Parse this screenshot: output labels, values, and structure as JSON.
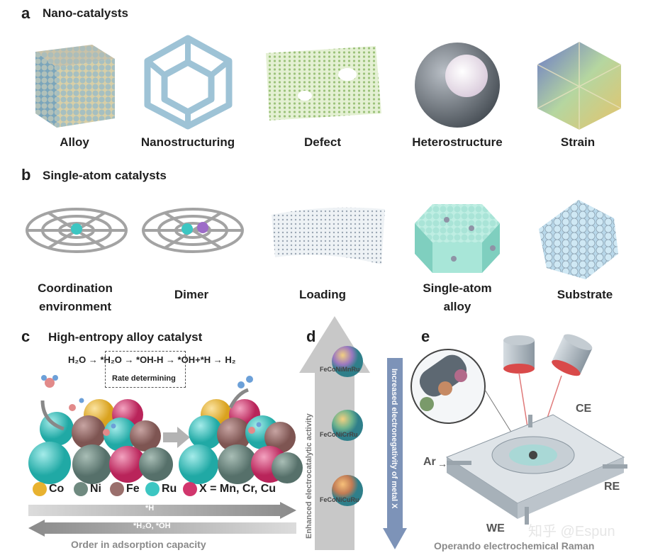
{
  "panel_a": {
    "letter": "a",
    "title": "Nano-catalysts",
    "items": [
      "Alloy",
      "Nanostructuring",
      "Defect",
      "Heterostructure",
      "Strain"
    ]
  },
  "panel_b": {
    "letter": "b",
    "title": "Single-atom catalysts",
    "items": [
      {
        "line1": "Coordination",
        "line2": "environment"
      },
      {
        "line1": "Dimer",
        "line2": ""
      },
      {
        "line1": "Loading",
        "line2": ""
      },
      {
        "line1": "Single-atom",
        "line2": "alloy"
      },
      {
        "line1": "Substrate",
        "line2": ""
      }
    ]
  },
  "panel_c": {
    "letter": "c",
    "title": "High-entropy alloy catalyst",
    "equation": "H₂O → *H₂O → *OH-H → *OH+*H → H₂",
    "rate_label": "Rate determining",
    "legend": [
      {
        "label": "Co",
        "color": "#e8b230"
      },
      {
        "label": "Ni",
        "color": "#6f8a80"
      },
      {
        "label": "Fe",
        "color": "#9a6f6c"
      },
      {
        "label": "Ru",
        "color": "#3cc6c2"
      },
      {
        "label": "X = Mn, Cr, Cu",
        "color": "#d1366d"
      }
    ],
    "arrow_right_label": "*H",
    "arrow_left_label": "*H₂O, *OH",
    "caption": "Order in adsorption capacity"
  },
  "panel_d": {
    "letter": "d",
    "left_label": "Enhanced electrocatalytic activity",
    "right_label": "Increased electronegativity of metal X",
    "particles": [
      "FeCoNiMnRu",
      "FeCoNiCrRu",
      "FeCoNiCuRu"
    ]
  },
  "panel_e": {
    "letter": "e",
    "ce": "CE",
    "ar": "Ar",
    "re": "RE",
    "we": "WE",
    "caption": "Operando electrochemical Raman",
    "watermark": "知乎 @Espun"
  },
  "colors": {
    "co": "#e8b230",
    "ni": "#6f8a80",
    "fe": "#9a6f6c",
    "ru": "#3cc6c2",
    "x": "#d1366d",
    "arrow_gray": "#b5b5b5",
    "arrow_blue": "#7d93b8"
  }
}
